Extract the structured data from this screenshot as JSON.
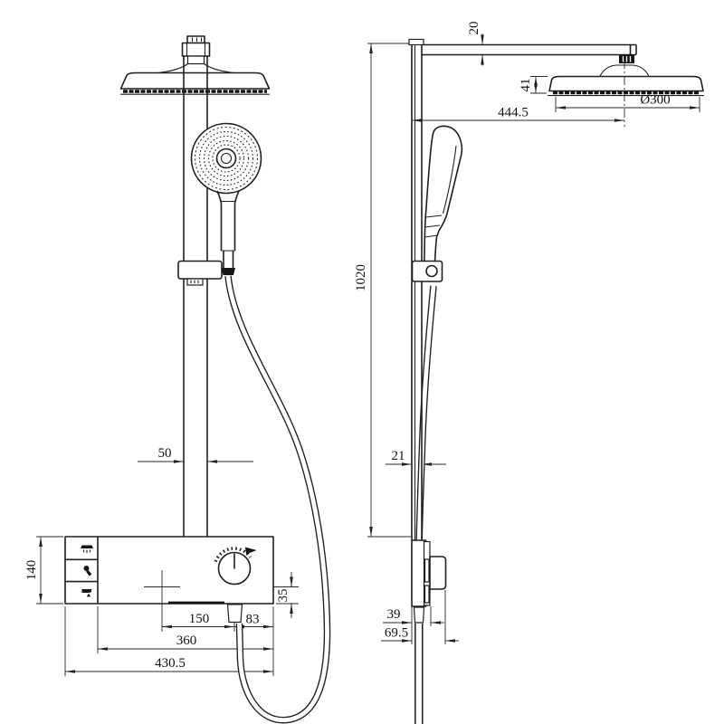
{
  "drawing": {
    "type": "technical-drawing",
    "subject": "thermostatic shower system with rain head, hand shower and valve panel",
    "colors": {
      "background": "#ffffff",
      "line": "#1f1f1f",
      "dimension": "#2a2a2a"
    },
    "front_view": {
      "name": "front elevation",
      "dim_rail_width": "50",
      "dim_panel_height": "140",
      "dim_knob_to_base": "35",
      "dim_center_to_outlet": "150",
      "dim_outlet_to_edge": "83",
      "dim_panel_width": "360",
      "dim_overall_width": "430.5",
      "button_icons": [
        "rain-mode-icon",
        "hand-shower-mode-icon",
        "spout-mode-icon"
      ],
      "knob_icon": "temperature-dial-icon"
    },
    "side_view": {
      "name": "side elevation",
      "dim_arm_thickness": "20",
      "dim_head_thickness": "41",
      "dim_head_diameter": "Ø300",
      "dim_arm_reach": "444.5",
      "dim_bar_height": "1020",
      "dim_bar_depth": "21",
      "dim_valve_depth": "39",
      "dim_overall_depth": "69.5"
    }
  }
}
